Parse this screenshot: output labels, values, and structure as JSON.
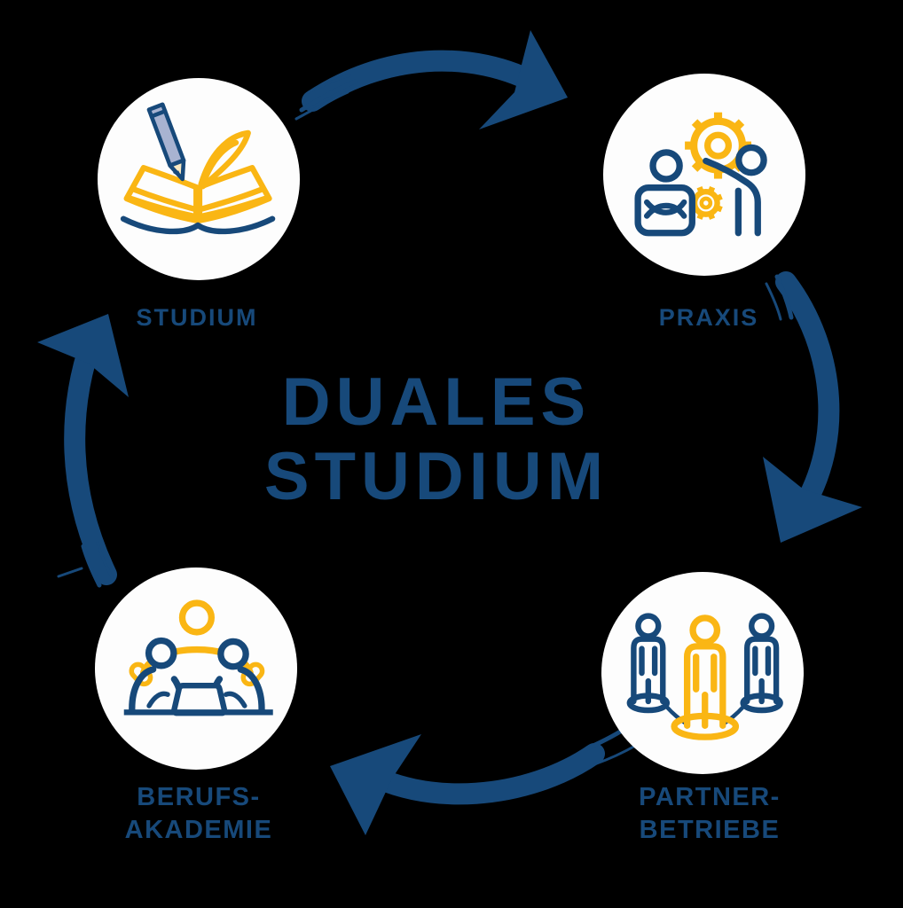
{
  "colors": {
    "background": "#000000",
    "navy": "#17497A",
    "yellow": "#FAB614",
    "pencil_body": "#A8B3D1",
    "pencil_tip": "#F8E9C2",
    "circle_fill": "#FDFDFD"
  },
  "title": {
    "line1": "DUALES",
    "line2": "STUDIUM"
  },
  "nodes": {
    "studium": {
      "label": "STUDIUM",
      "icon": "open-book-pencil-icon"
    },
    "praxis": {
      "label": "PRAXIS",
      "icon": "people-gears-icon"
    },
    "partnerbetriebe": {
      "label_line1": "PARTNER-",
      "label_line2": "BETRIEBE",
      "icon": "three-people-network-icon"
    },
    "berufsakademie": {
      "label_line1": "BERUFS-",
      "label_line2": "AKADEMIE",
      "icon": "team-table-laptop-icon"
    }
  },
  "arrows": {
    "style": "hand-drawn-brush",
    "color": "#17497A",
    "sequence": [
      "STUDIUM",
      "PRAXIS",
      "PARTNER-BETRIEBE",
      "BERUFS-AKADEMIE",
      "STUDIUM"
    ]
  }
}
